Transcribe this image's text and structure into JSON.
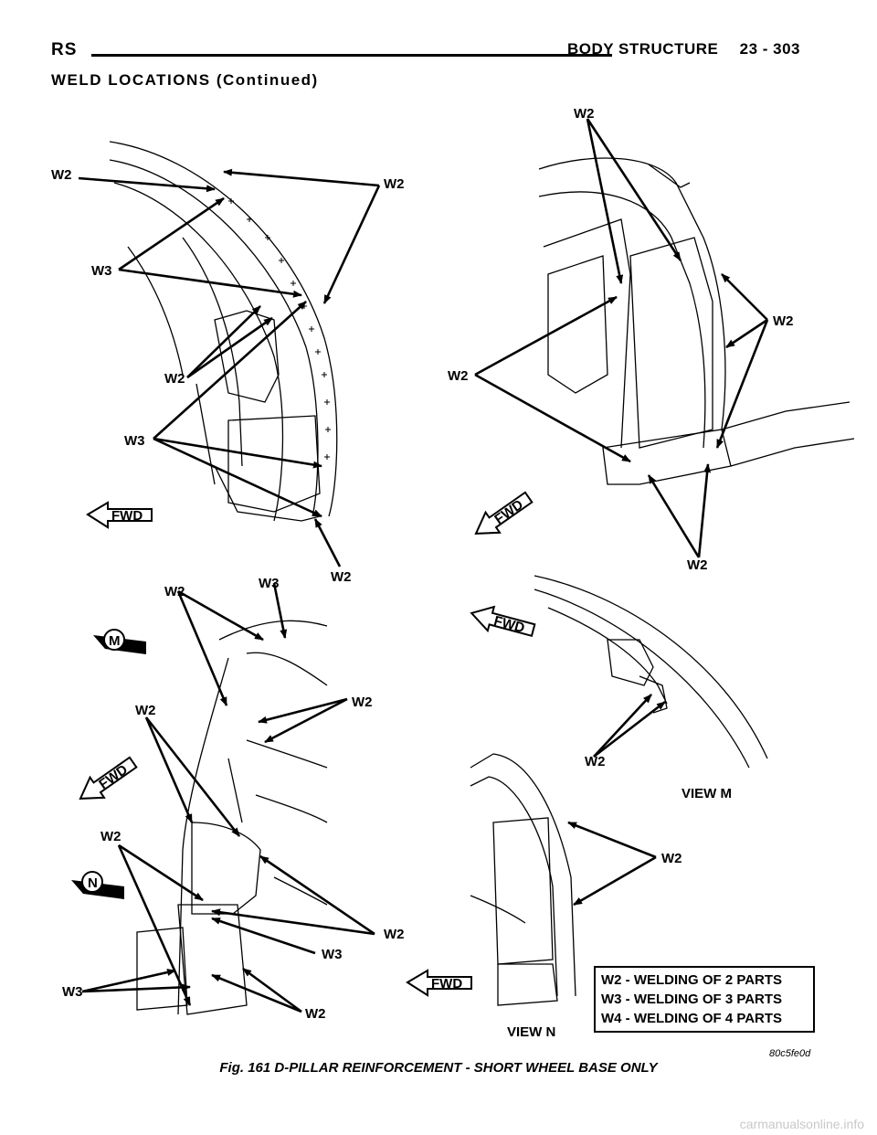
{
  "header": {
    "left": "RS",
    "title": "BODY STRUCTURE",
    "page": "23 - 303"
  },
  "section_title": "WELD LOCATIONS (Continued)",
  "labels": {
    "w2": "W2",
    "w3": "W3",
    "fwd": "FWD",
    "m": "M",
    "n": "N",
    "view_m": "VIEW M",
    "view_n": "VIEW N"
  },
  "legend": [
    "W2 - WELDING OF 2 PARTS",
    "W3 - WELDING OF 3 PARTS",
    "W4 - WELDING OF 4 PARTS"
  ],
  "figure_code": "80c5fe0d",
  "caption": "Fig. 161 D-PILLAR REINFORCEMENT - SHORT WHEEL BASE ONLY",
  "footer": "carmanualsonline.info"
}
